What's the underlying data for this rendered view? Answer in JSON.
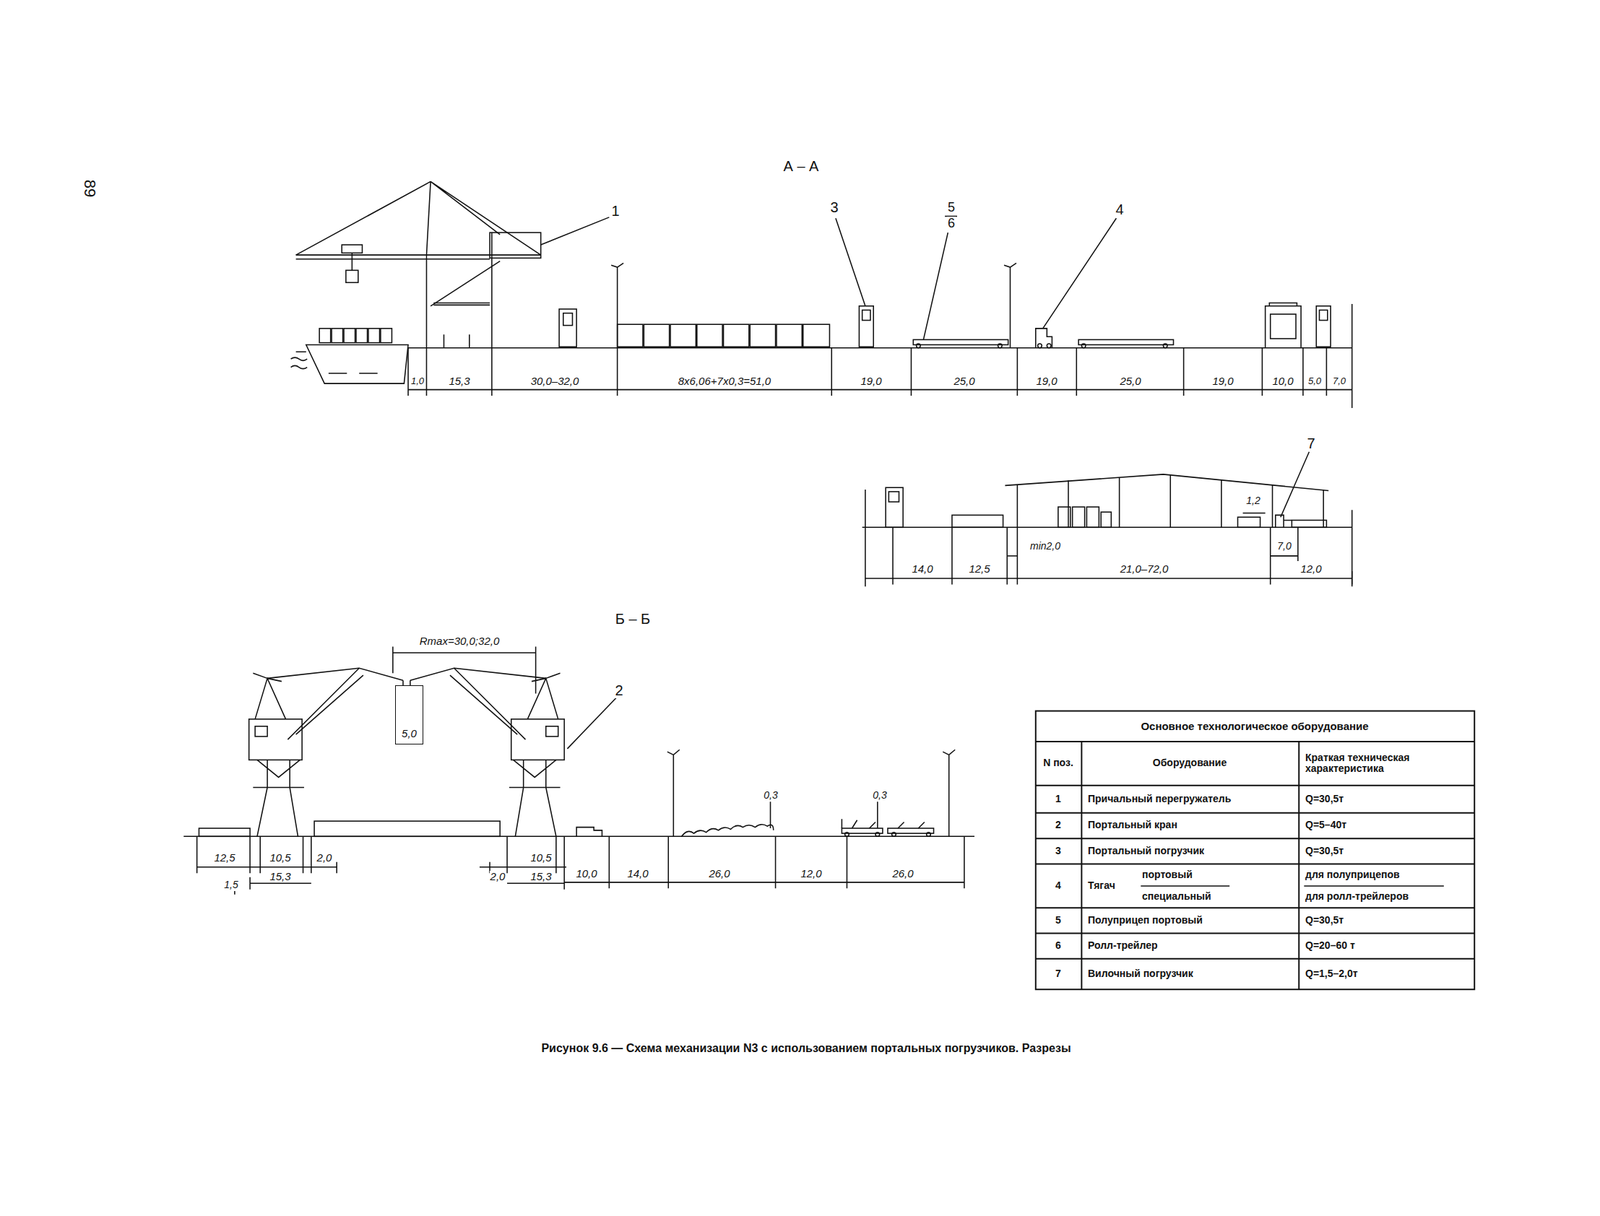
{
  "diagram": {
    "caption": "Рисунок 9.6 — Схема механизации N3 с использованием портальных погрузчиков. Разрезы",
    "nodes": [
      {
        "text": [
          "5,0"
        ]
      }
    ],
    "labels": [
      "89",
      "А – А",
      "1",
      "3",
      "5",
      "6",
      "4",
      "1,0",
      "15,3",
      "30,0–32,0",
      "8х6,06+7х0,3=51,0",
      "19,0",
      "25,0",
      "19,0",
      "25,0",
      "19,0",
      "10,0",
      "5,0",
      "7,0",
      "7",
      "1,2",
      "min2,0",
      "7,0",
      "14,0",
      "12,5",
      "21,0–72,0",
      "12,0",
      "Б – Б",
      "2",
      "Rmax=30,0;32,0",
      "0,3",
      "0,3",
      "12,5",
      "1,5",
      "10,5",
      "15,3",
      "2,0",
      "2,0",
      "10,5",
      "15,3",
      "10,0",
      "14,0",
      "26,0",
      "12,0",
      "26,0",
      "Основное технологическое оборудование",
      "N поз.",
      "Оборудование",
      "Краткая техническая характеристика",
      "1",
      "Причальный перегружатель",
      "Q=30,5т",
      "2",
      "Портальный кран",
      "Q=5–40т",
      "3",
      "Портальный погрузчик",
      "Q=30,5т",
      "4",
      "Тягач",
      "портовый",
      "специальный",
      "для полуприцепов",
      "для ролл-трейлеров",
      "5",
      "Полуприцеп портовый",
      "Q=30,5т",
      "6",
      "Ролл-трейлер",
      "Q=20–60 т",
      "7",
      "Вилочный погрузчик",
      "Q=1,5–2,0т"
    ]
  }
}
